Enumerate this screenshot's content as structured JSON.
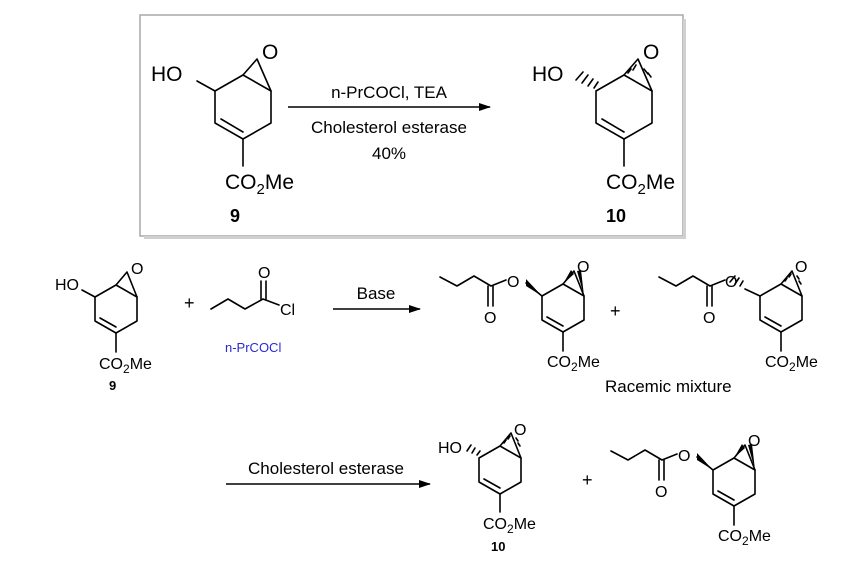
{
  "box": {
    "compound_left_number": "9",
    "compound_right_number": "10",
    "reagents": "n-PrCOCl, TEA",
    "enzyme": "Cholesterol esterase",
    "yield": "40%"
  },
  "labels": {
    "ho": "HO",
    "o": "O",
    "co": "CO",
    "sub2": "2",
    "me": "Me",
    "cl": "Cl",
    "plus": "+",
    "acyl_chloride_name": "n-PrCOCl",
    "base": "Base",
    "racemic": "Racemic mixture",
    "esterase": "Cholesterol esterase",
    "num9": "9",
    "num10": "10"
  },
  "colors": {
    "acyl_chloride_name": "#2a2ad0",
    "box_border": "#a8a8a8"
  }
}
